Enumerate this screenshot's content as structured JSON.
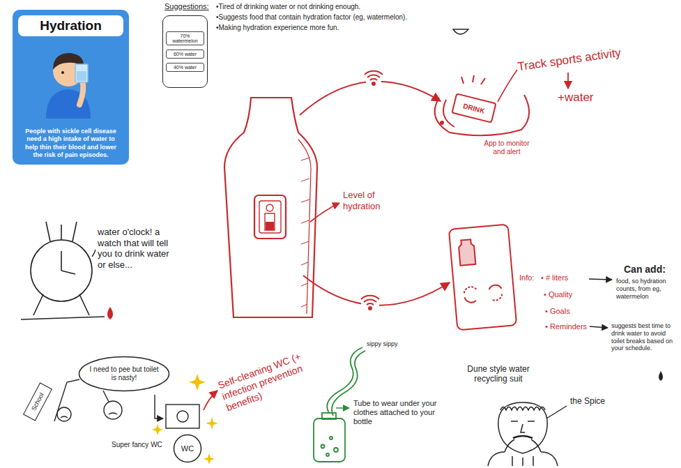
{
  "diagram": {
    "nodes": [
      {
        "text": [
          "Hydration",
          "People with sickle cell disease need a high intake of water to help thin their blood and lower the risk of pain episodes."
        ]
      },
      {
        "text": [
          "70% watermelon",
          "60% water",
          "40% water"
        ]
      },
      {
        "text": [
          "DRINK"
        ]
      },
      {
        "text": [
          "School"
        ]
      },
      {
        "text": [
          "I need to pee but toilet is nasty!"
        ]
      },
      {
        "text": [
          "WC"
        ]
      }
    ],
    "labels": [
      "Suggestions:",
      "•Tired of drinking water or not drinking enough.",
      "•Suggests food that contain hydration factor (eg, watermelon).",
      "•Making hydration experience more fun.",
      "Level of hydration",
      "Track sports activity",
      "+water",
      "App to monitor and alert",
      "Info:",
      "• # liters",
      "• Quality",
      "• Goals",
      "• Reminders",
      "Can add:",
      "food, so hydration counts, from eg, watermelon",
      "suggests best time to drink water to avoid toilet breaks based on your schedule.",
      "water o'clock! a watch that will tell you to drink water or else...",
      "Self-cleaning WC (+ infection prevention benefits)",
      "Super fancy WC",
      "sippy sippy",
      "Tube to wear under your clothes attached to your bottle",
      "Dune style water recycling suit",
      "the Spice"
    ]
  }
}
